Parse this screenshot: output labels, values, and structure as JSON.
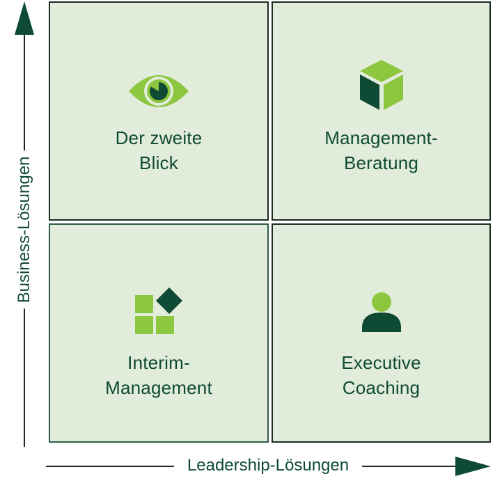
{
  "quadrants": {
    "top_left": {
      "line1": "Der zweite",
      "line2": "Blick",
      "icon": "eye-icon"
    },
    "top_right": {
      "line1": "Management-",
      "line2": "Beratung",
      "icon": "cube-icon"
    },
    "bottom_left": {
      "line1": "Interim-",
      "line2": "Management",
      "icon": "blocks-icon"
    },
    "bottom_right": {
      "line1": "Executive",
      "line2": "Coaching",
      "icon": "person-icon"
    }
  },
  "axes": {
    "x_label": "Leadership-Lösungen",
    "y_label": "Business-Lösungen"
  },
  "colors": {
    "dark_green": "#0f4a34",
    "lime_green": "#8dc63f",
    "panel_fill": "#e2ecdb"
  }
}
